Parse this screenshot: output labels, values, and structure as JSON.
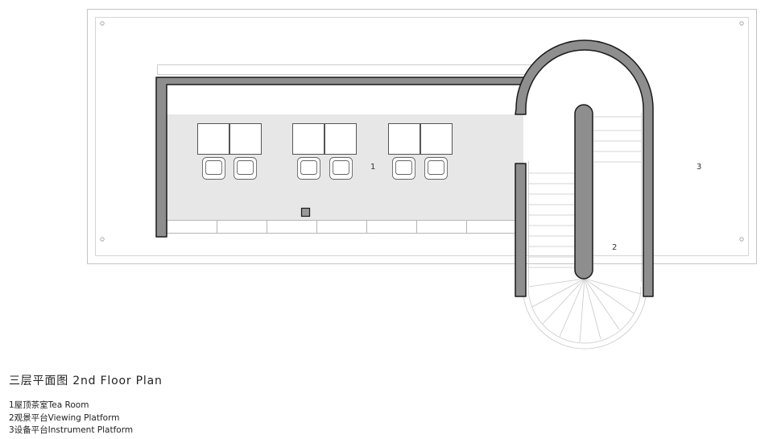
{
  "plan": {
    "title": "三层平面图 2nd Floor Plan",
    "area_labels": {
      "tea_room": "1",
      "viewing_platform": "2",
      "instrument_platform": "3"
    },
    "legend": [
      "1屋顶茶室Tea Room",
      "2观景平台Viewing Platform",
      "3设备平台Instrument Platform"
    ],
    "colors": {
      "wall_fill": "#8e8e8e",
      "wall_stroke": "#1a1a1a",
      "room_floor": "#e7e7e7",
      "outline": "#bdbdbd"
    }
  }
}
